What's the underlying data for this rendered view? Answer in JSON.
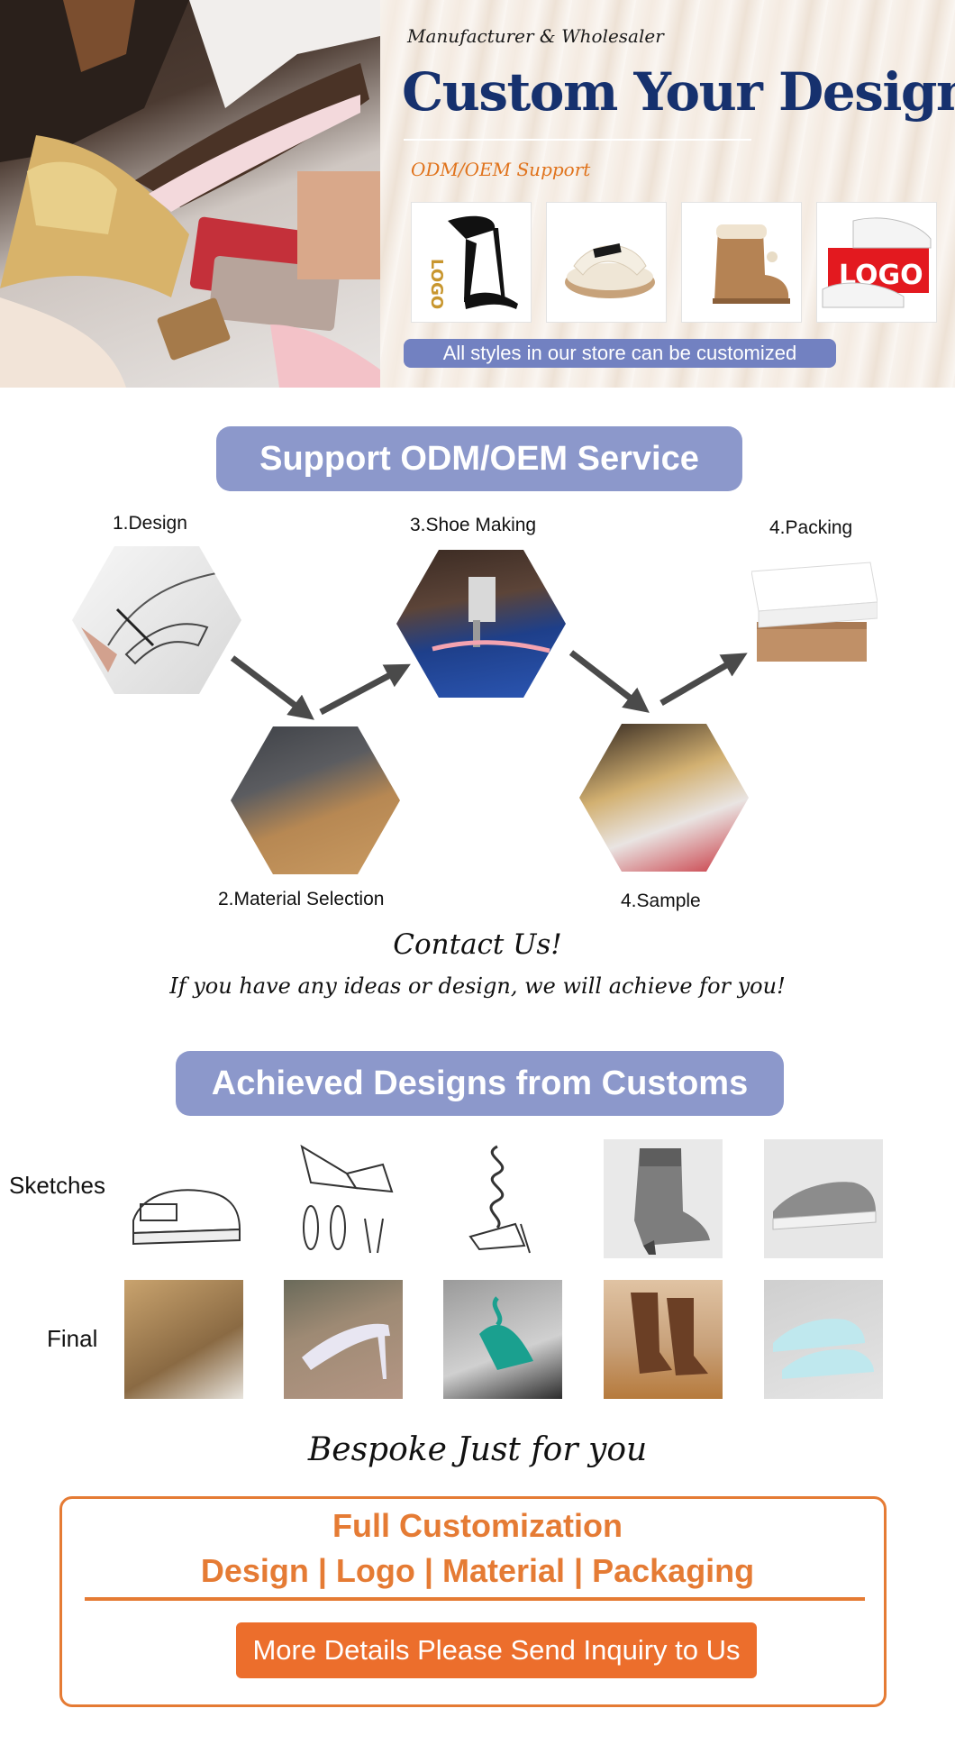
{
  "hero": {
    "tagline": "Manufacturer & Wholesaler",
    "title": "Custom Your Design",
    "subtitle": "ODM/OEM Support",
    "thumb_logo_text": "LOGO",
    "banner": "All styles in our store can be customized"
  },
  "process": {
    "heading": "Support ODM/OEM Service",
    "steps": [
      {
        "label": "1.Design"
      },
      {
        "label": "2.Material Selection"
      },
      {
        "label": "3.Shoe Making"
      },
      {
        "label": "4.Sample"
      },
      {
        "label": "4.Packing"
      }
    ]
  },
  "contact": {
    "title": "Contact Us!",
    "subtitle": "If you have any ideas or design, we will achieve for you!"
  },
  "designs": {
    "heading": "Achieved Designs from Customs",
    "rows": [
      {
        "label": "Sketches"
      },
      {
        "label": "Final"
      }
    ]
  },
  "bespoke": "Bespoke Just for you",
  "customization": {
    "title": "Full Customization",
    "items": "Design | Logo | Material | Packaging",
    "button": "More Details Please Send Inquiry to Us"
  },
  "colors": {
    "brand_navy": "#16316e",
    "accent_orange": "#e57b34",
    "pill_blue": "#8c98cb"
  }
}
